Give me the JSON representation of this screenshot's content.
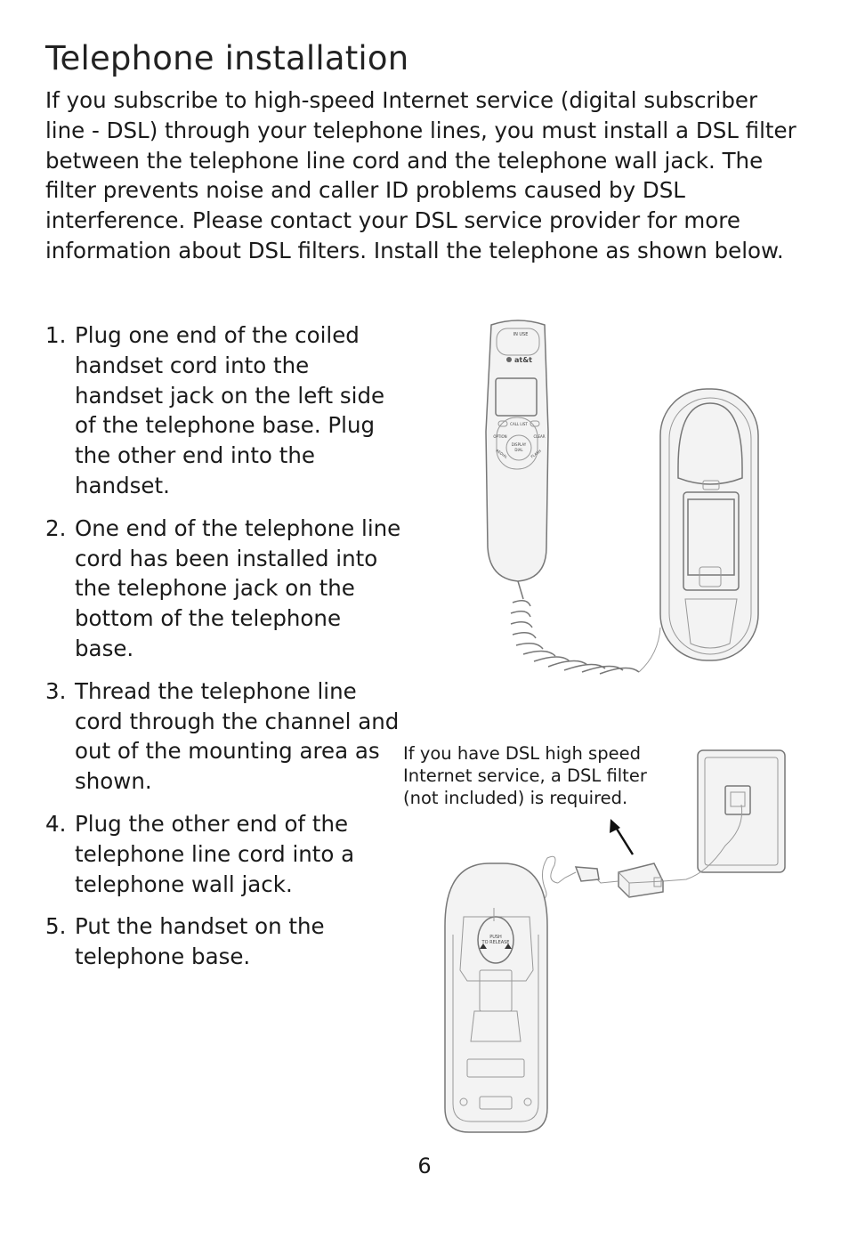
{
  "page": {
    "title": "Telephone installation",
    "intro": "If you subscribe to high-speed Internet service (digital subscriber line - DSL) through your telephone lines, you must install a DSL filter between the telephone line cord and the telephone wall jack. The filter prevents noise and caller ID problems caused by DSL interference. Please contact your DSL service provider for more information about DSL filters. Install the telephone as shown below.",
    "steps": [
      {
        "num": "1.",
        "text": "Plug one end of the coiled handset cord into the handset jack on the left side of the telephone base. Plug the other end into the handset."
      },
      {
        "num": "2.",
        "text": "One end of the telephone line cord has been installed into the telephone jack on the bottom of the telephone base."
      },
      {
        "num": "3.",
        "text": "Thread the telephone line cord through the channel and out of the mounting area as shown."
      },
      {
        "num": "4.",
        "text": "Plug the other end of the telephone line cord into a telephone wall jack."
      },
      {
        "num": "5.",
        "text": "Put the handset on the telephone base."
      }
    ],
    "dsl_note": "If you have DSL high speed Internet service, a DSL filter (not included) is required.",
    "page_number": "6"
  },
  "illustration": {
    "handset_labels": {
      "in_use": "IN USE",
      "brand": "at&t",
      "call_list": "CALL LIST",
      "option": "OPTION",
      "clear": "CLEAR",
      "display_dial_1": "DISPLAY",
      "display_dial_2": "DIAL",
      "redial": "REDIAL",
      "flash": "FLASH"
    },
    "base_labels": {
      "push": "PUSH",
      "to_release": "TO RELEASE"
    }
  }
}
